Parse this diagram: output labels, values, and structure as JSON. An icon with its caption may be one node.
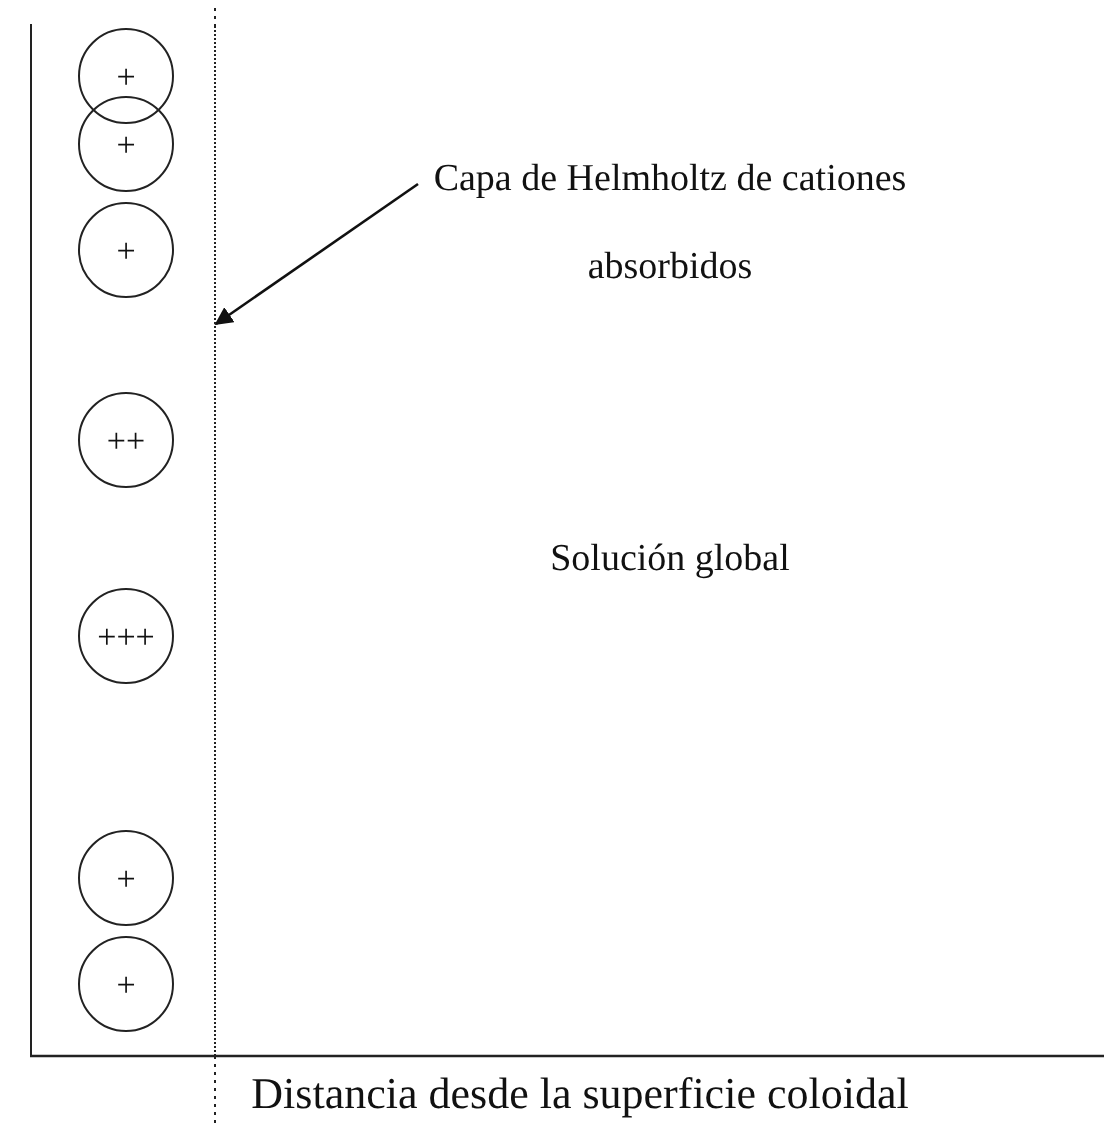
{
  "diagram": {
    "nodes": [
      {
        "text": [],
        "shape": "box"
      },
      {
        "text": [
          "+"
        ],
        "in": 0
      },
      {
        "text": [
          "+"
        ],
        "in": 0
      },
      {
        "text": [
          "+"
        ],
        "in": 0
      },
      {
        "text": [
          "++"
        ],
        "in": 0
      },
      {
        "text": [
          "+++"
        ],
        "in": 0
      },
      {
        "text": [
          "+"
        ],
        "in": 0
      },
      {
        "text": [
          "+"
        ],
        "in": 0
      },
      {
        "text": [
          "Capa de Helmholtz de cationes absorbidos"
        ]
      }
    ],
    "edges": [
      {
        "from": 8,
        "to": 0,
        "arrow": "to"
      }
    ],
    "labels": [
      "Solución global",
      "Distancia desde la superficie coloidal"
    ]
  }
}
